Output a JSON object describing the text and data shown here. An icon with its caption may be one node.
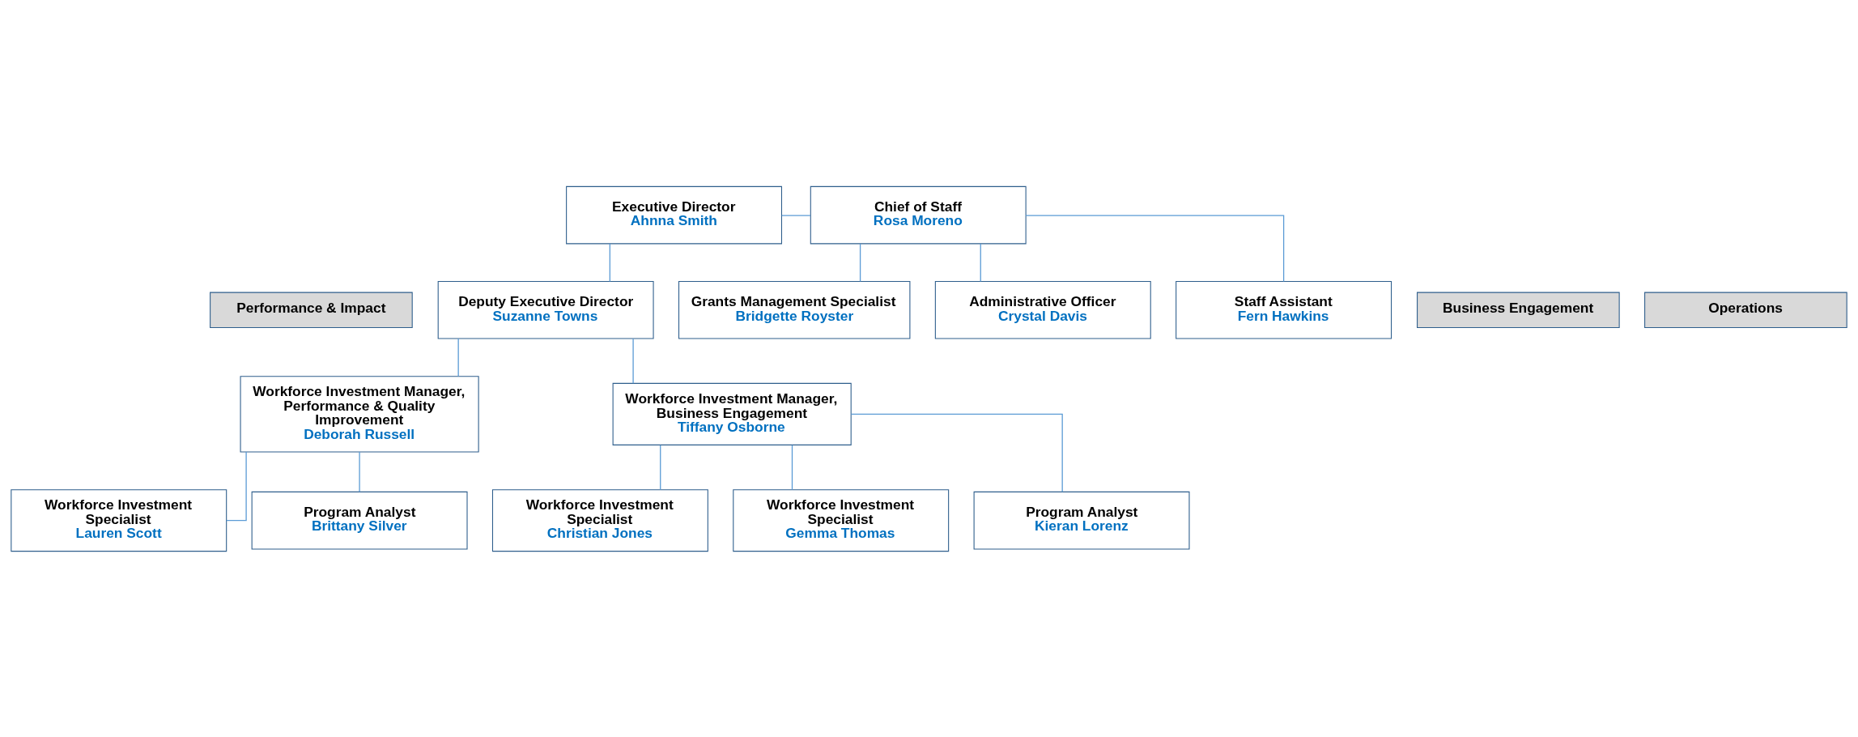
{
  "diagram": {
    "nodes": [
      {
        "text": [
          "Executive Director",
          "Ahnna Smith"
        ]
      },
      {
        "text": [
          "Chief of Staff",
          "Rosa Moreno"
        ]
      },
      {
        "text": [
          "Deputy Executive Director",
          "Suzanne Towns"
        ]
      },
      {
        "text": [
          "Performance & Impact"
        ]
      },
      {
        "text": [
          "Business Engagement"
        ]
      },
      {
        "text": [
          "Operations"
        ]
      },
      {
        "text": [
          "Workforce Investment Manager, Performance & Quality Improvement",
          "Deborah Russell"
        ]
      },
      {
        "text": [
          "Workforce Investment Manager, Business Engagement",
          "Tiffany Osborne"
        ]
      },
      {
        "text": [
          "Grants Management Specialist",
          "Bridgette Royster"
        ]
      },
      {
        "text": [
          "Workforce Investment Specialist",
          "Lauren Scott"
        ]
      },
      {
        "text": [
          "Program Analyst",
          "Brittany Silver"
        ]
      },
      {
        "text": [
          "Workforce Investment Specialist",
          "Christian Jones"
        ]
      },
      {
        "text": [
          "Workforce Investment Specialist",
          "Gemma Thomas"
        ]
      },
      {
        "text": [
          "Program Analyst",
          "Kieran Lorenz"
        ]
      },
      {
        "text": [
          "Administrative Officer",
          "Crystal Davis"
        ]
      },
      {
        "text": [
          "Staff Assistant",
          "Fern Hawkins"
        ]
      }
    ],
    "edges": [
      {
        "from": 0,
        "to": 1,
        "arrow": "none"
      },
      {
        "from": 0,
        "to": 2,
        "arrow": "none"
      },
      {
        "from": 2,
        "to": 6,
        "arrow": "none"
      },
      {
        "from": 2,
        "to": 7,
        "arrow": "none"
      },
      {
        "from": 6,
        "to": 9,
        "arrow": "none"
      },
      {
        "from": 6,
        "to": 10,
        "arrow": "none"
      },
      {
        "from": 7,
        "to": 11,
        "arrow": "none"
      },
      {
        "from": 7,
        "to": 12,
        "arrow": "none"
      },
      {
        "from": 7,
        "to": 13,
        "arrow": "none"
      },
      {
        "from": 1,
        "to": 8,
        "arrow": "none"
      },
      {
        "from": 1,
        "to": 14,
        "arrow": "none"
      },
      {
        "from": 1,
        "to": 15,
        "arrow": "none"
      }
    ]
  }
}
